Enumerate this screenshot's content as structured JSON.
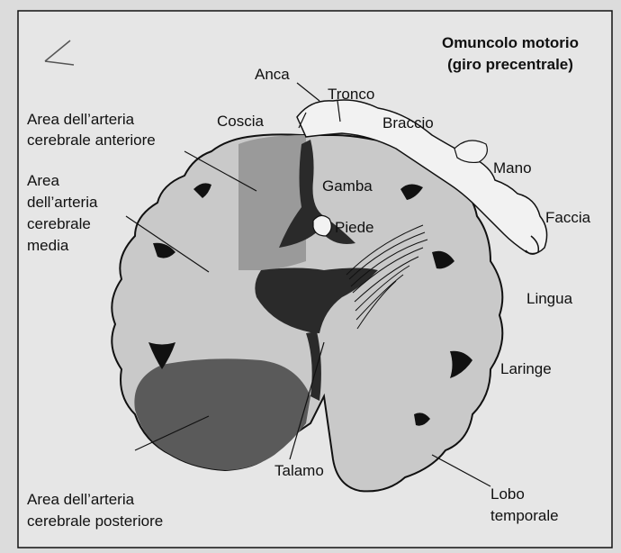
{
  "title_line1": "Omuncolo motorio",
  "title_line2": "(giro precentrale)",
  "labels": {
    "anca": "Anca",
    "tronco": "Tronco",
    "coscia": "Coscia",
    "braccio": "Braccio",
    "mano": "Mano",
    "gamba": "Gamba",
    "faccia": "Faccia",
    "piede": "Piede",
    "lingua": "Lingua",
    "laringe": "Laringe",
    "talamo": "Talamo",
    "lobo_line1": "Lobo",
    "lobo_line2": "temporale",
    "ant_line1": "Area dell’arteria",
    "ant_line2": "cerebrale anteriore",
    "med_line1": "Area",
    "med_line2": "dell’arteria",
    "med_line3": "cerebrale",
    "med_line4": "media",
    "post_line1": "Area dell’arteria",
    "post_line2": "cerebrale posteriore"
  },
  "colors": {
    "background": "#dcdcdc",
    "panel": "#e6e6e6",
    "brain_light": "#c9c9c9",
    "anterior_area": "#9a9a9a",
    "posterior_area": "#5a5a5a",
    "ventricle": "#2a2a2a",
    "outline": "#111111"
  }
}
